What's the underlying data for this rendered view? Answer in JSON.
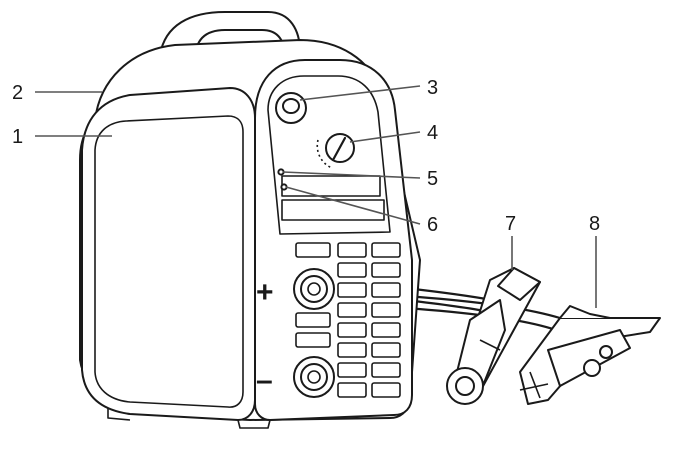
{
  "callouts": [
    {
      "id": "1",
      "label": "1",
      "target": "side-panel"
    },
    {
      "id": "2",
      "label": "2",
      "target": "housing-top"
    },
    {
      "id": "3",
      "label": "3",
      "target": "power-switch"
    },
    {
      "id": "4",
      "label": "4",
      "target": "current-knob"
    },
    {
      "id": "5",
      "label": "5",
      "target": "indicator-light-upper"
    },
    {
      "id": "6",
      "label": "6",
      "target": "indicator-light-lower"
    },
    {
      "id": "7",
      "label": "7",
      "target": "electrode-holder"
    },
    {
      "id": "8",
      "label": "8",
      "target": "earth-clamp"
    }
  ],
  "terminals": {
    "positive_sign": "+",
    "negative_sign": "–"
  },
  "colors": {
    "line": "#1a1a1a",
    "fill": "#ffffff",
    "leader": "#555555"
  }
}
